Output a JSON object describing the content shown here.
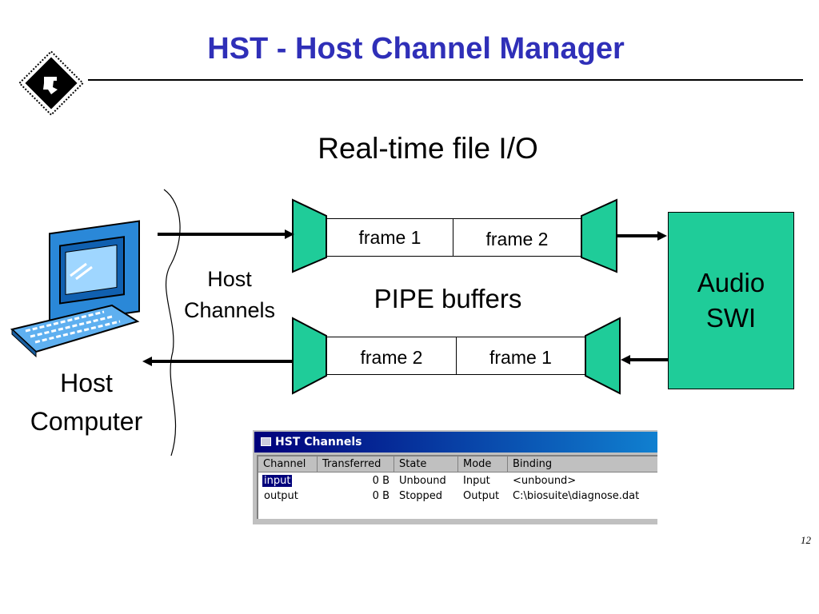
{
  "title": "HST - Host Channel Manager",
  "subtitle": "Real-time file I/O",
  "pipe_label": "PIPE buffers",
  "host_channels": [
    "Host",
    "Channels"
  ],
  "host_computer": [
    "Host",
    "Computer"
  ],
  "audio_swi": [
    "Audio",
    "SWI"
  ],
  "top_pipe": {
    "frames": [
      "frame 1",
      "frame 2"
    ]
  },
  "bottom_pipe": {
    "frames": [
      "frame 2",
      "frame 1"
    ]
  },
  "page_number": "12",
  "colors": {
    "title": "#2f2fb8",
    "green": "#1fcc99",
    "window_title": "#00007b"
  },
  "icons": [
    "ti-logo-icon",
    "host-computer-icon",
    "window-icon"
  ],
  "hst_window": {
    "title": "HST Channels",
    "columns": [
      "Channel",
      "Transferred",
      "State",
      "Mode",
      "Binding"
    ],
    "rows": [
      [
        "input",
        "0 B",
        "Unbound",
        "Input",
        "<unbound>"
      ],
      [
        "output",
        "0 B",
        "Stopped",
        "Output",
        "C:\\biosuite\\diagnose.dat"
      ]
    ],
    "selected_row": 0
  }
}
